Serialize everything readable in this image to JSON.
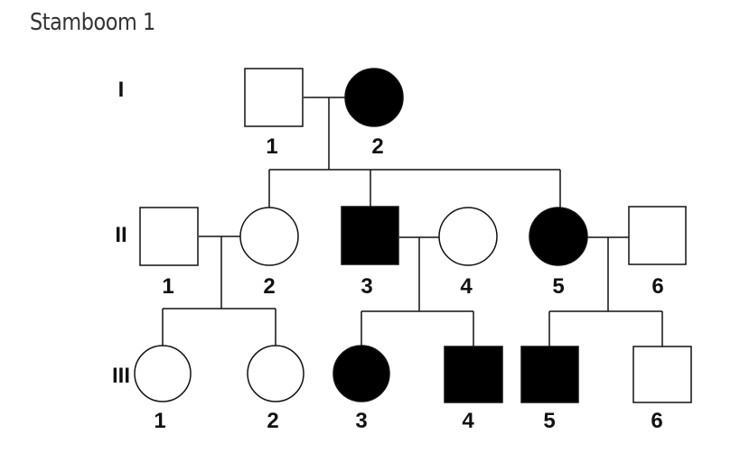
{
  "title": "Stamboom 1",
  "generations": [
    {
      "label": "I",
      "members": [
        {
          "number": "1",
          "sex": "male",
          "affected": false
        },
        {
          "number": "2",
          "sex": "female",
          "affected": true
        }
      ]
    },
    {
      "label": "II",
      "members": [
        {
          "number": "1",
          "sex": "male",
          "affected": false
        },
        {
          "number": "2",
          "sex": "female",
          "affected": false
        },
        {
          "number": "3",
          "sex": "male",
          "affected": true
        },
        {
          "number": "4",
          "sex": "female",
          "affected": false
        },
        {
          "number": "5",
          "sex": "female",
          "affected": true
        },
        {
          "number": "6",
          "sex": "male",
          "affected": false
        }
      ]
    },
    {
      "label": "III",
      "members": [
        {
          "number": "1",
          "sex": "female",
          "affected": false
        },
        {
          "number": "2",
          "sex": "female",
          "affected": false
        },
        {
          "number": "3",
          "sex": "female",
          "affected": true
        },
        {
          "number": "4",
          "sex": "male",
          "affected": true
        },
        {
          "number": "5",
          "sex": "male",
          "affected": true
        },
        {
          "number": "6",
          "sex": "male",
          "affected": false
        }
      ]
    }
  ],
  "colors": {
    "affected": "#000000",
    "unaffected": "#ffffff",
    "line": "#111111"
  }
}
